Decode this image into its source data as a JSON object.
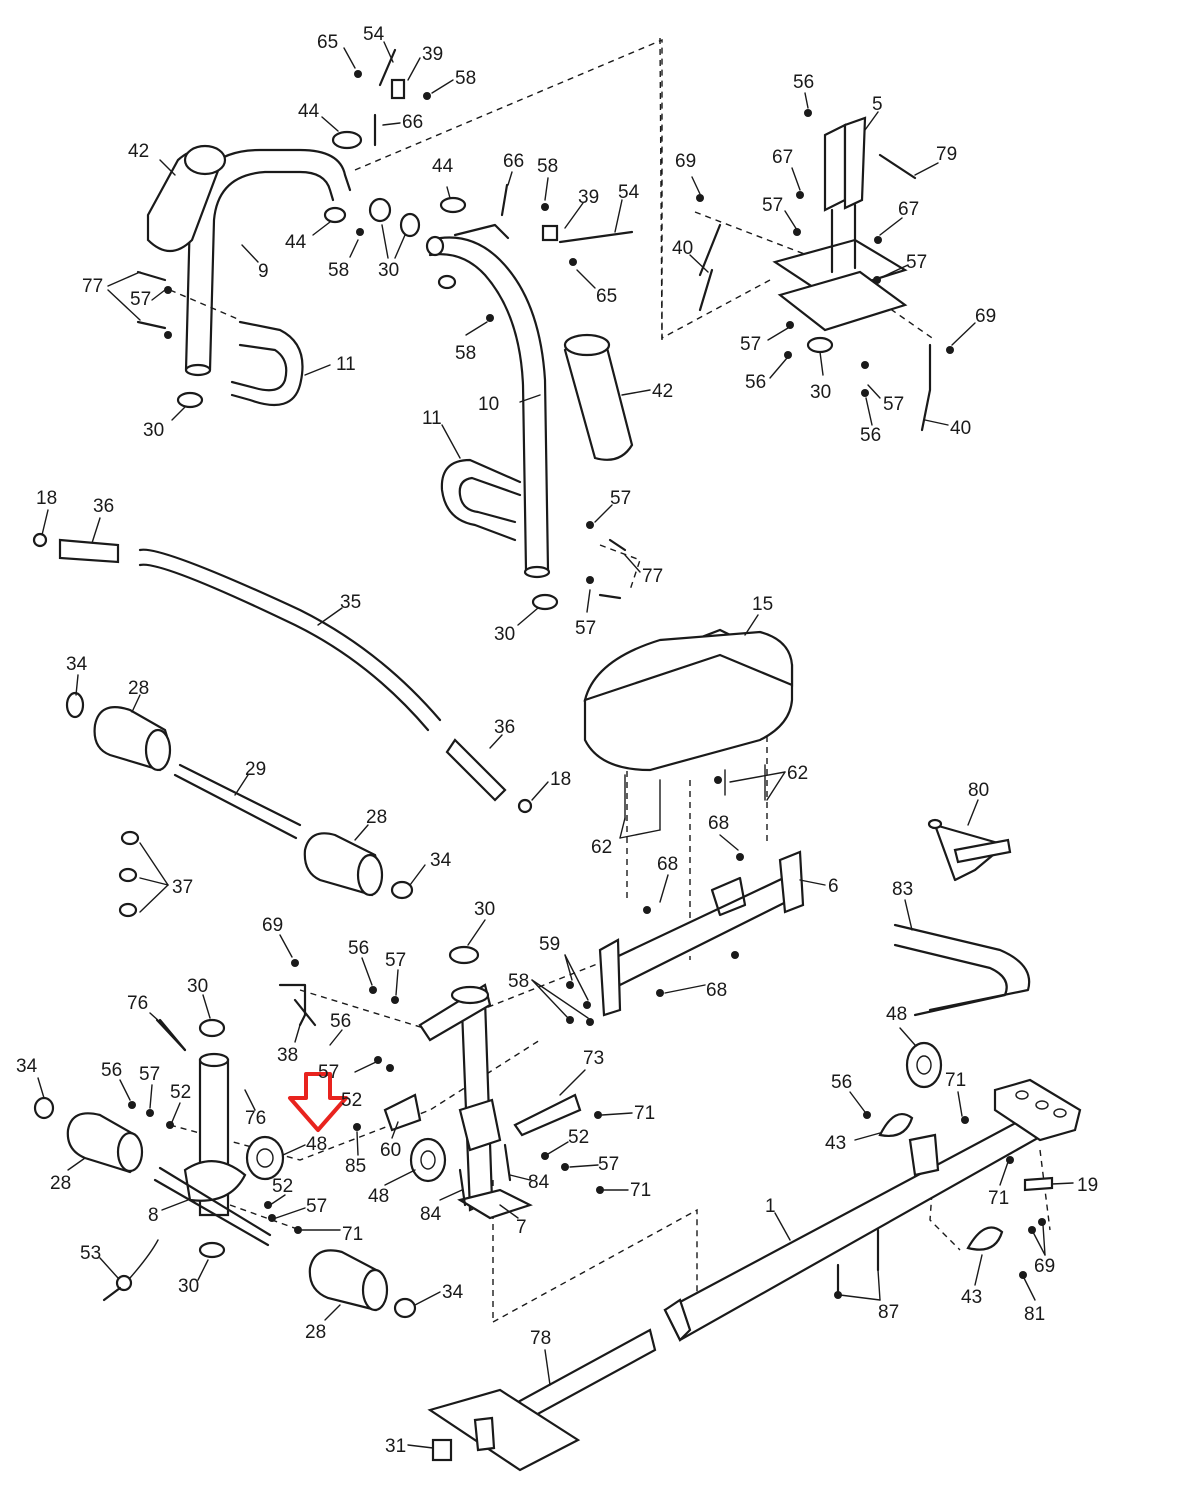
{
  "diagram": {
    "type": "exploded parts diagram",
    "arrow_color": "#e8231e",
    "highlighted_part": "48"
  },
  "callouts": [
    "65",
    "54",
    "39",
    "58",
    "44",
    "66",
    "42",
    "9",
    "44",
    "58",
    "30",
    "44",
    "66",
    "58",
    "39",
    "54",
    "65",
    "58",
    "77",
    "57",
    "11",
    "30",
    "10",
    "42",
    "11",
    "56",
    "5",
    "79",
    "69",
    "67",
    "57",
    "67",
    "57",
    "40",
    "57",
    "56",
    "30",
    "57",
    "56",
    "69",
    "40",
    "18",
    "36",
    "35",
    "57",
    "77",
    "30",
    "57",
    "34",
    "28",
    "29",
    "36",
    "18",
    "28",
    "37",
    "34",
    "15",
    "62",
    "62",
    "68",
    "6",
    "80",
    "68",
    "83",
    "30",
    "59",
    "58",
    "68",
    "69",
    "56",
    "57",
    "76",
    "30",
    "56",
    "38",
    "57",
    "52",
    "34",
    "56",
    "57",
    "52",
    "76",
    "48",
    "85",
    "60",
    "48",
    "73",
    "71",
    "52",
    "57",
    "71",
    "84",
    "84",
    "7",
    "28",
    "8",
    "52",
    "57",
    "71",
    "53",
    "30",
    "28",
    "34",
    "48",
    "56",
    "71",
    "43",
    "1",
    "71",
    "19",
    "69",
    "43",
    "81",
    "87",
    "78",
    "31"
  ]
}
